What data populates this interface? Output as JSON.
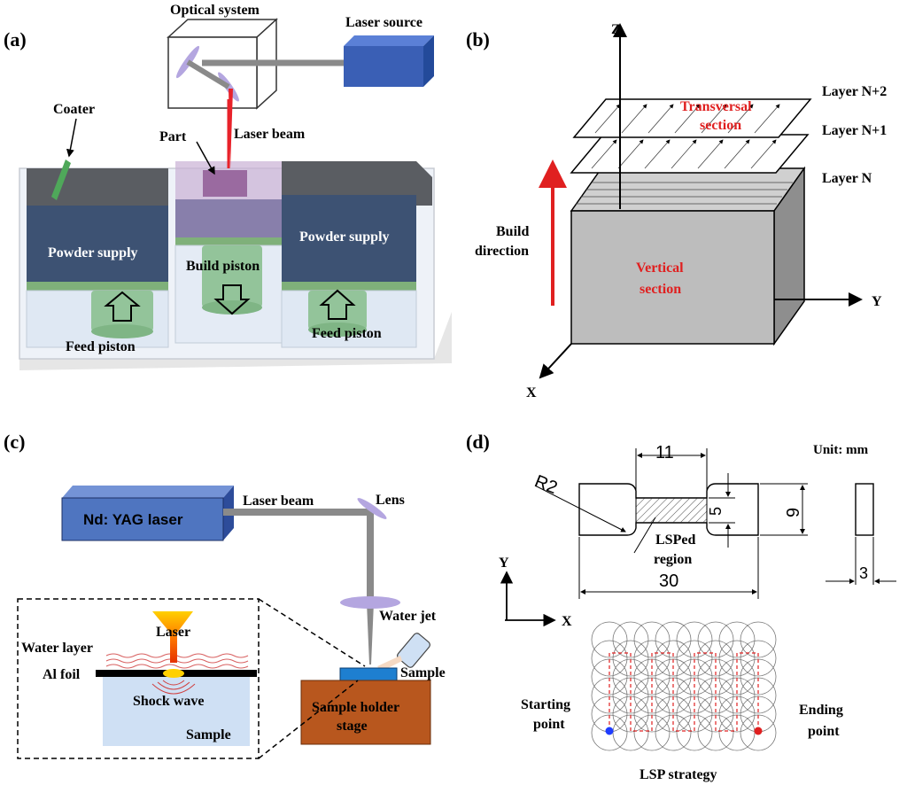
{
  "panel_a": {
    "tag": "(a)",
    "optical_system": "Optical system",
    "laser_source": "Laser source",
    "coater": "Coater",
    "laser_beam": "Laser beam",
    "part": "Part",
    "powder_supply_left": "Powder supply",
    "powder_supply_right": "Powder supply",
    "build_piston": "Build piston",
    "feed_piston_left": "Feed piston",
    "feed_piston_right": "Feed piston"
  },
  "panel_b": {
    "tag": "(b)",
    "axis_z": "Z",
    "axis_y": "Y",
    "axis_x": "X",
    "layer_n2": "Layer N+2",
    "layer_n1": "Layer N+1",
    "layer_n": "Layer N",
    "transversal_1": "Transversal",
    "transversal_2": "section",
    "vertical_1": "Vertical",
    "vertical_2": "section",
    "build_1": "Build",
    "build_2": "direction"
  },
  "panel_c": {
    "tag": "(c)",
    "laser_name": "Nd: YAG laser",
    "laser_beam": "Laser beam",
    "lens": "Lens",
    "water_jet": "Water jet",
    "sample_right": "Sample",
    "holder_1": "Sample holder",
    "holder_2": "stage",
    "inset_laser": "Laser",
    "water_layer": "Water layer",
    "al_foil": "Al foil",
    "shock_wave": "Shock wave",
    "inset_sample": "Sample"
  },
  "panel_d": {
    "tag": "(d)",
    "unit": "Unit: mm",
    "dim_11": "11",
    "dim_r2": "R2",
    "dim_5": "5",
    "dim_9": "9",
    "dim_30": "30",
    "dim_3": "3",
    "lsped_1": "LSPed",
    "lsped_2": "region",
    "axis_y": "Y",
    "axis_x": "X",
    "start_1": "Starting",
    "start_2": "point",
    "end_1": "Ending",
    "end_2": "point",
    "strategy": "LSP strategy"
  },
  "colors": {
    "powder": "#3d5273",
    "piston": "#93c49a",
    "laser_box": "#3a5fb5",
    "laser_red": "#e8222a",
    "section_red": "#e02020",
    "yag": "#4f75c0",
    "holder": "#b8571e",
    "sample_blue": "#1e7fd0",
    "inset_bg": "#cfe0f4"
  }
}
